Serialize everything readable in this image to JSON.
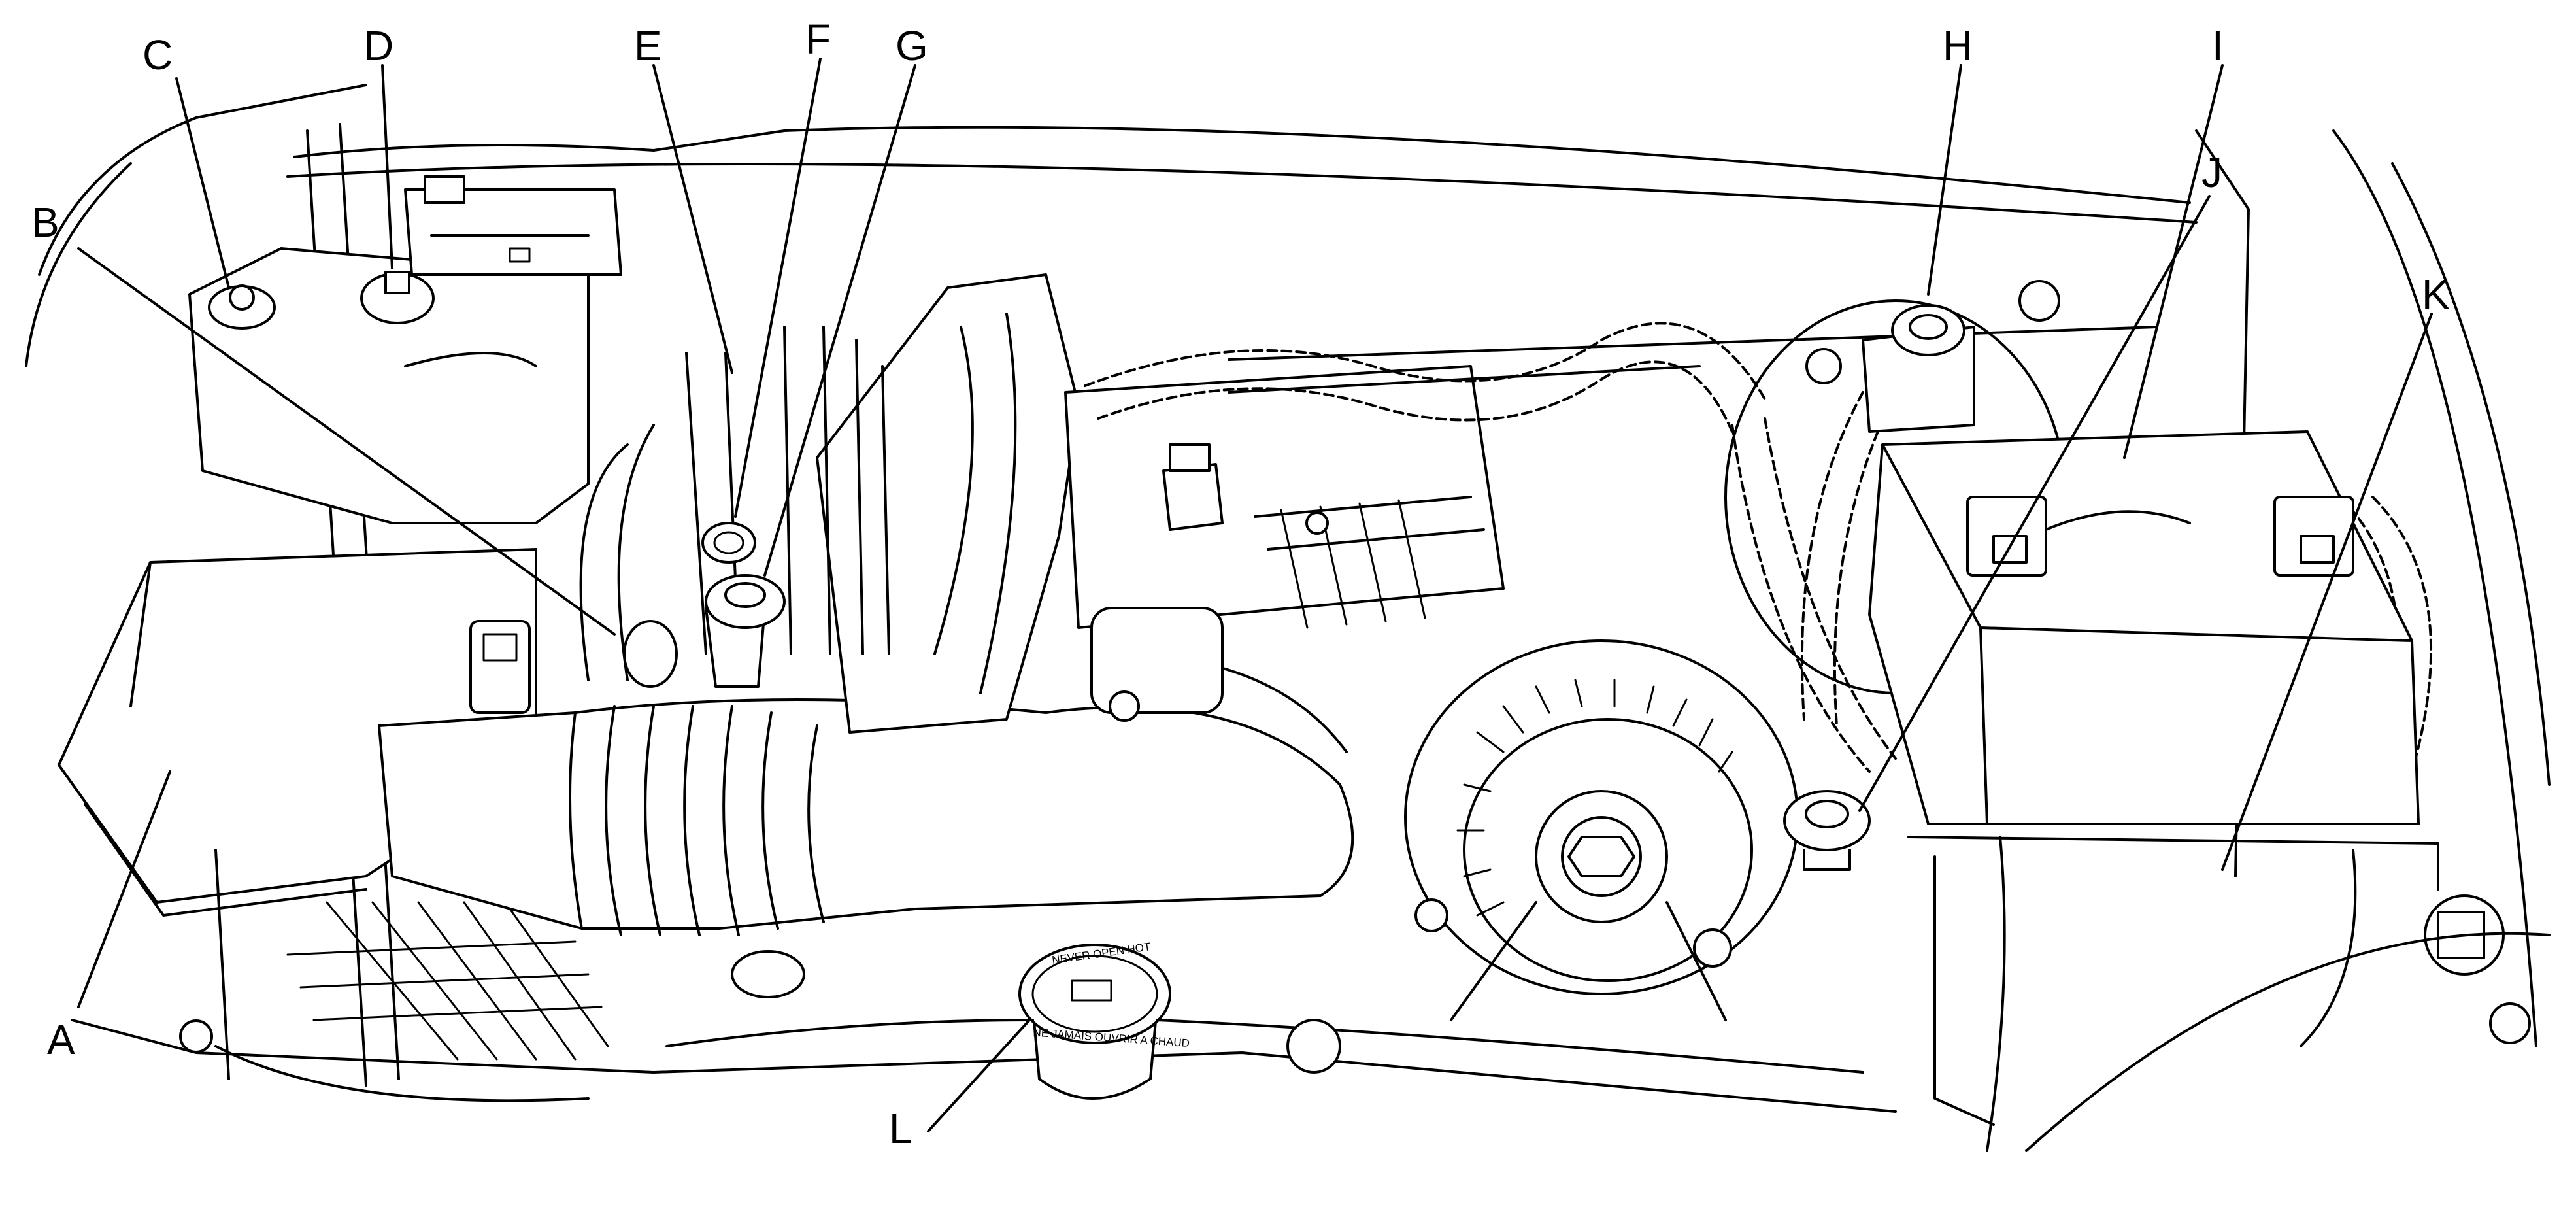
{
  "callouts": {
    "A": "A",
    "B": "B",
    "C": "C",
    "D": "D",
    "E": "E",
    "F": "F",
    "G": "G",
    "H": "H",
    "I": "I",
    "J": "J",
    "K": "K",
    "L": "L"
  },
  "radiator_cap": {
    "line1": "NEVER OPEN HOT",
    "line2": "NE JAMAIS OUVRIR A CHAUD"
  },
  "colors": {
    "line": "#000000",
    "background": "#ffffff"
  }
}
